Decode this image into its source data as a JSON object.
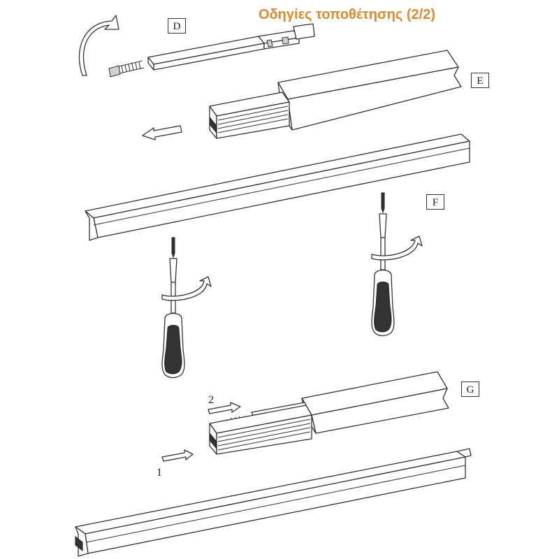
{
  "title": "Οδηγίες τοποθέτησης (2/2)",
  "steps": {
    "d": "D",
    "e": "E",
    "f": "F",
    "g": "G"
  },
  "sequence": {
    "first": "1",
    "second": "2"
  }
}
